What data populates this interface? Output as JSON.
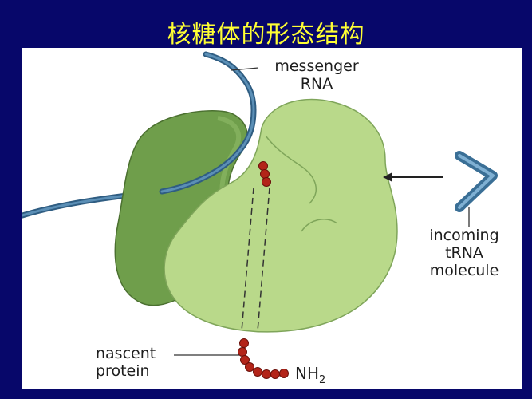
{
  "slide": {
    "title": "核糖体的形态结构"
  },
  "labels": {
    "mrna_line1": "messenger",
    "mrna_line2": "RNA",
    "trna_line1": "incoming",
    "trna_line2": "tRNA",
    "trna_line3": "molecule",
    "protein_line1": "nascent",
    "protein_line2": "protein",
    "nh2_base": "NH",
    "nh2_sub": "2"
  },
  "colors": {
    "background": "#07076a",
    "title": "#ffff33",
    "large_subunit": "#6f9e4b",
    "small_subunit": "#b9d98a",
    "rna": "#3a6f96",
    "trna": "#5b8fb6",
    "amino_acid": "#b32419"
  }
}
